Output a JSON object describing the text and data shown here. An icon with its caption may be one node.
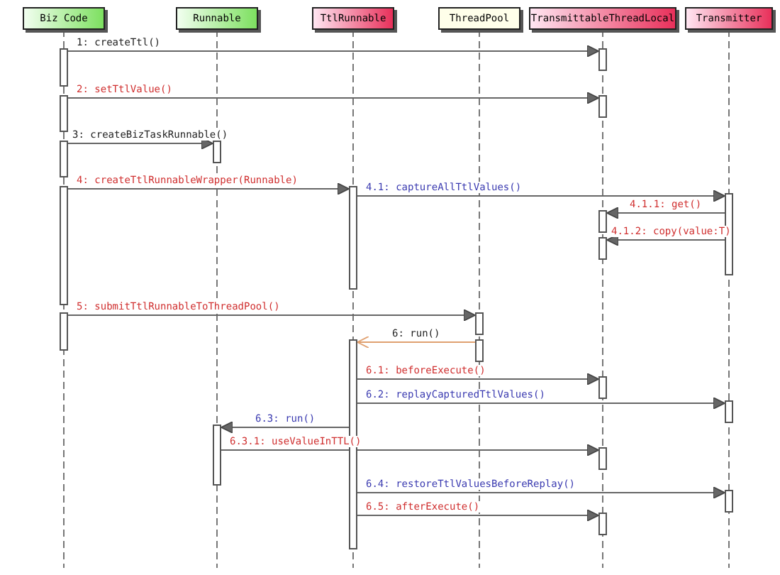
{
  "diagram": {
    "nodes": [
      {
        "text": [
          "Biz Code"
        ]
      },
      {
        "text": [
          "Runnable"
        ]
      },
      {
        "text": [
          "TtlRunnable"
        ]
      },
      {
        "text": [
          "ThreadPool"
        ]
      },
      {
        "text": [
          "TransmittableThreadLocal"
        ]
      },
      {
        "text": [
          "Transmitter"
        ]
      },
      {
        "text": [],
        "shape": "bar"
      },
      {
        "text": [],
        "shape": "bar"
      },
      {
        "text": [],
        "shape": "bar"
      },
      {
        "text": [],
        "shape": "bar"
      },
      {
        "text": [],
        "shape": "bar"
      },
      {
        "text": [],
        "shape": "bar"
      },
      {
        "text": [],
        "shape": "bar"
      },
      {
        "text": [],
        "shape": "bar"
      },
      {
        "text": [],
        "shape": "bar"
      },
      {
        "text": [],
        "shape": "bar"
      },
      {
        "text": [],
        "shape": "bar"
      },
      {
        "text": [],
        "shape": "bar"
      },
      {
        "text": [],
        "shape": "bar"
      },
      {
        "text": [],
        "shape": "bar"
      },
      {
        "text": [],
        "shape": "bar"
      },
      {
        "text": [],
        "shape": "bar"
      },
      {
        "text": [],
        "shape": "bar"
      },
      {
        "text": [],
        "shape": "bar"
      },
      {
        "text": [],
        "shape": "bar"
      },
      {
        "text": [],
        "shape": "bar"
      },
      {
        "text": [],
        "shape": "bar"
      }
    ],
    "edges": [
      {
        "from": 6,
        "to": 7,
        "arrow": "to",
        "label": "1: createTtl()"
      },
      {
        "from": 8,
        "to": 9,
        "arrow": "to",
        "label": "2: setTtlValue()"
      },
      {
        "from": 10,
        "to": 11,
        "arrow": "to",
        "label": "3: createBizTaskRunnable()"
      },
      {
        "from": 12,
        "to": 13,
        "arrow": "to",
        "label": "4: createTtlRunnableWrapper(Runnable)"
      },
      {
        "from": 13,
        "to": 14,
        "arrow": "to",
        "label": "4.1: captureAllTtlValues()"
      },
      {
        "from": 14,
        "to": 15,
        "arrow": "to",
        "label": "4.1.1: get()"
      },
      {
        "from": 14,
        "to": 16,
        "arrow": "to",
        "label": "4.1.2: copy(value:T)"
      },
      {
        "from": 17,
        "to": 18,
        "arrow": "to",
        "label": "5: submitTtlRunnableToThreadPool()"
      },
      {
        "from": 20,
        "to": 19,
        "arrow": "to",
        "label": "6: run()",
        "color": "#e0a070"
      },
      {
        "from": 19,
        "to": 21,
        "arrow": "to",
        "label": "6.1: beforeExecute()"
      },
      {
        "from": 19,
        "to": 22,
        "arrow": "to",
        "label": "6.2: replayCapturedTtlValues()"
      },
      {
        "from": 19,
        "to": 23,
        "arrow": "to",
        "label": "6.3: run()"
      },
      {
        "from": 23,
        "to": 24,
        "arrow": "to",
        "label": "6.3.1: useValueInTTL()"
      },
      {
        "from": 19,
        "to": 25,
        "arrow": "to",
        "label": "6.4: restoreTtlValuesBeforeReplay()"
      },
      {
        "from": 19,
        "to": 26,
        "arrow": "to",
        "label": "6.5: afterExecute()"
      }
    ]
  }
}
